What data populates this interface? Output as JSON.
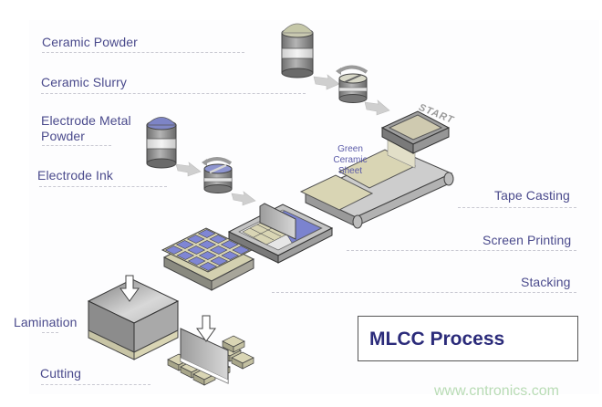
{
  "diagram": {
    "title": "MLCC Process",
    "watermark": "www.cntronics.com",
    "start_label": "START",
    "green_sheet_label": [
      "Green",
      "Ceramic",
      "Sheet"
    ],
    "stages_left": [
      {
        "id": "ceramic-powder",
        "label": "Ceramic Powder"
      },
      {
        "id": "ceramic-slurry",
        "label": "Ceramic Slurry"
      },
      {
        "id": "electrode-metal-powder",
        "label": "Electrode Metal\nPowder",
        "lines": [
          "Electrode Metal",
          "Powder"
        ]
      },
      {
        "id": "electrode-ink",
        "label": "Electrode Ink"
      },
      {
        "id": "lamination",
        "label": "Lamination"
      },
      {
        "id": "cutting",
        "label": "Cutting"
      }
    ],
    "stages_right": [
      {
        "id": "tape-casting",
        "label": "Tape Casting"
      },
      {
        "id": "screen-printing",
        "label": "Screen Printing"
      },
      {
        "id": "stacking",
        "label": "Stacking"
      }
    ],
    "colors": {
      "label_text": "#4a4a8c",
      "title_text": "#2b2b7a",
      "ceramic_beige": "#d9d5b4",
      "electrode_blue": "#7f86d4",
      "metal_gray": "#8f8f8f",
      "watermark_green": "#b9dcb5"
    }
  }
}
